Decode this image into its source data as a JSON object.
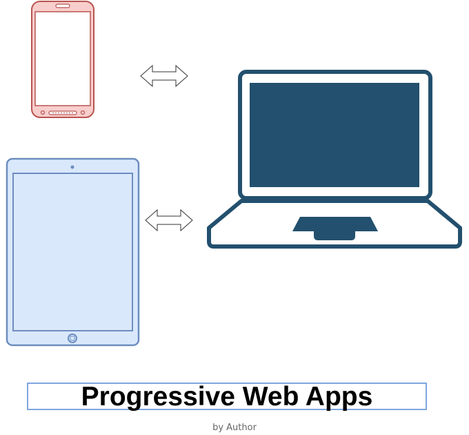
{
  "diagram": {
    "nodes": [
      {
        "id": "phone",
        "icon": "smartphone-icon",
        "stroke": "#b85450",
        "fill": "#f8cecc"
      },
      {
        "id": "tablet",
        "icon": "tablet-icon",
        "stroke": "#6c8ebf",
        "fill": "#dae8fc"
      },
      {
        "id": "laptop",
        "icon": "laptop-icon",
        "stroke": "#23506e",
        "fill": "#ffffff"
      }
    ],
    "edges": [
      {
        "from": "phone",
        "to": "laptop",
        "icon": "double-arrow-icon"
      },
      {
        "from": "tablet",
        "to": "laptop",
        "icon": "double-arrow-icon"
      }
    ]
  },
  "title": {
    "text": "Progressive Web Apps",
    "border_color": "#7ea6e0"
  },
  "byline": "by Author"
}
